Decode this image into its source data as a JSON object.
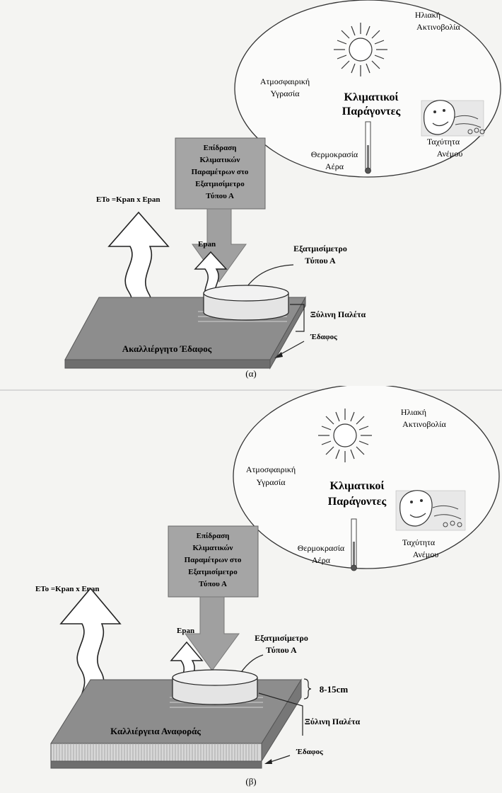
{
  "panel_a": {
    "climate": {
      "solar": [
        "Ηλιακή",
        "Ακτινοβολία"
      ],
      "humidity": [
        "Ατμοσφαιρική",
        "Υγρασία"
      ],
      "factors": [
        "Κλιματικοί",
        "Παράγοντες"
      ],
      "temperature": [
        "Θερμοκρασία",
        "Αέρα"
      ],
      "wind": [
        "Ταχύτητα",
        "Ανέμου"
      ]
    },
    "effect_box": [
      "Επίδραση",
      "Κλιματικών",
      "Παραμέτρων στο",
      "Εξατμισίμετρο",
      "Τύπου Α"
    ],
    "eto_label": "ETo =Kpan x Epan",
    "epan_label": "Epan",
    "pan_label": [
      "Εξατμισίμετρο",
      "Τύπου Α"
    ],
    "pallet_label": "Ξύλινη Παλέτα",
    "ground_label": "Ακαλλιέργητο Έδαφος",
    "soil_label": "Έδαφος",
    "caption": "(α)"
  },
  "panel_b": {
    "climate": {
      "solar": [
        "Ηλιακή",
        "Ακτινοβολία"
      ],
      "humidity": [
        "Ατμοσφαιρική",
        "Υγρασία"
      ],
      "factors": [
        "Κλιματικοί",
        "Παράγοντες"
      ],
      "temperature": [
        "Θερμοκρασία",
        "Αέρα"
      ],
      "wind": [
        "Ταχύτητα",
        "Ανέμου"
      ]
    },
    "effect_box": [
      "Επίδραση",
      "Κλιματικών",
      "Παραμέτρων στο",
      "Εξατμισίμετρο",
      "Τύπου Α"
    ],
    "eto_label": "ETo =Kpan x Epan",
    "epan_label": "Epan",
    "pan_label": [
      "Εξατμισίμετρο",
      "Τύπου Α"
    ],
    "height_label": "8-15cm",
    "pallet_label": "Ξύλινη Παλέτα",
    "ground_label": "Καλλιέργεια Αναφοράς",
    "soil_label": "Έδαφος",
    "caption": "(β)"
  }
}
